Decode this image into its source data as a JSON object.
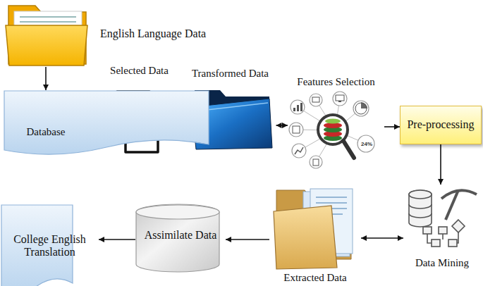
{
  "diagram": {
    "nodes": [
      {
        "text": [
          "English Language Data"
        ]
      },
      {
        "text": [
          "Database"
        ]
      },
      {
        "text": [
          "Selected Data"
        ]
      },
      {
        "text": [
          "Transformed Data"
        ]
      },
      {
        "text": [
          "Features Selection"
        ]
      },
      {
        "text": [
          "Pre-processing"
        ]
      },
      {
        "text": [
          "Data Mining"
        ]
      },
      {
        "text": [
          "Extracted Data"
        ]
      },
      {
        "text": [
          "Assimilate Data"
        ]
      },
      {
        "text": [
          "College English Translation"
        ]
      }
    ],
    "edges": [
      {
        "from": 0,
        "to": 1,
        "arrow": "to"
      },
      {
        "from": 1,
        "to": 2,
        "arrow": "to"
      },
      {
        "from": 2,
        "to": 3,
        "arrow": "to"
      },
      {
        "from": 3,
        "to": 4,
        "arrow": "both"
      },
      {
        "from": 4,
        "to": 5,
        "arrow": "to"
      },
      {
        "from": 5,
        "to": 6,
        "arrow": "to"
      },
      {
        "from": 6,
        "to": 7,
        "arrow": "both"
      },
      {
        "from": 7,
        "to": 8,
        "arrow": "to"
      },
      {
        "from": 8,
        "to": 9,
        "arrow": "to"
      }
    ],
    "labels": [
      "24%"
    ]
  }
}
